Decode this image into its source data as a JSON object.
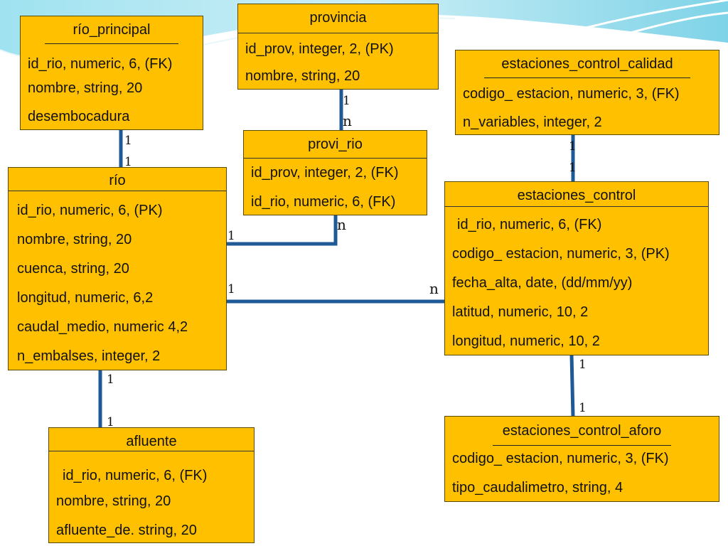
{
  "entities": {
    "rio_principal": {
      "name": "río_principal",
      "attributes": [
        "id_rio, numeric, 6, (FK)",
        "nombre, string, 20",
        "desembocadura"
      ]
    },
    "provincia": {
      "name": "provincia",
      "attributes": [
        "id_prov, integer, 2, (PK)",
        "nombre, string, 20"
      ]
    },
    "estaciones_control_calidad": {
      "name": "estaciones_control_calidad",
      "attributes": [
        "codigo_ estacion, numeric, 3, (FK)",
        "n_variables, integer, 2"
      ]
    },
    "provi_rio": {
      "name": "provi_rio",
      "attributes": [
        "id_prov, integer, 2, (FK)",
        "id_rio, numeric, 6, (FK)"
      ]
    },
    "rio": {
      "name": "río",
      "attributes": [
        "id_rio, numeric, 6, (PK)",
        "nombre, string, 20",
        "cuenca, string, 20",
        "longitud, numeric, 6,2",
        "caudal_medio, numeric 4,2",
        "n_embalses, integer, 2"
      ]
    },
    "estaciones_control": {
      "name": "estaciones_control",
      "attributes": [
        "id_rio, numeric, 6, (FK)",
        "codigo_ estacion, numeric, 3, (PK)",
        "fecha_alta, date, (dd/mm/yy)",
        "latitud, numeric, 10, 2",
        "longitud, numeric, 10, 2"
      ]
    },
    "afluente": {
      "name": "afluente",
      "attributes": [
        "id_rio, numeric, 6, (FK)",
        "nombre, string, 20",
        "afluente_de. string, 20"
      ]
    },
    "estaciones_control_aforo": {
      "name": "estaciones_control_aforo",
      "attributes": [
        "codigo_ estacion, numeric, 3, (FK)",
        "tipo_caudalimetro, string, 4"
      ]
    }
  },
  "cardinalities": {
    "rp_top": "1",
    "rp_bottom": "1",
    "prov_top": "1",
    "prov_bottom": "n",
    "ecc_top": "1",
    "ecc_bottom": "1",
    "rio_provirio_left": "1",
    "rio_provirio_right": "n",
    "rio_ec_left": "1",
    "rio_ec_right": "n",
    "rio_afl_top": "1",
    "rio_afl_bottom": "1",
    "ec_aforo_top": "1",
    "ec_aforo_bottom": "1"
  },
  "colors": {
    "entity_fill": "#ffc000",
    "connector": "#1f5a96",
    "background_wave": "#7fd3e8"
  }
}
